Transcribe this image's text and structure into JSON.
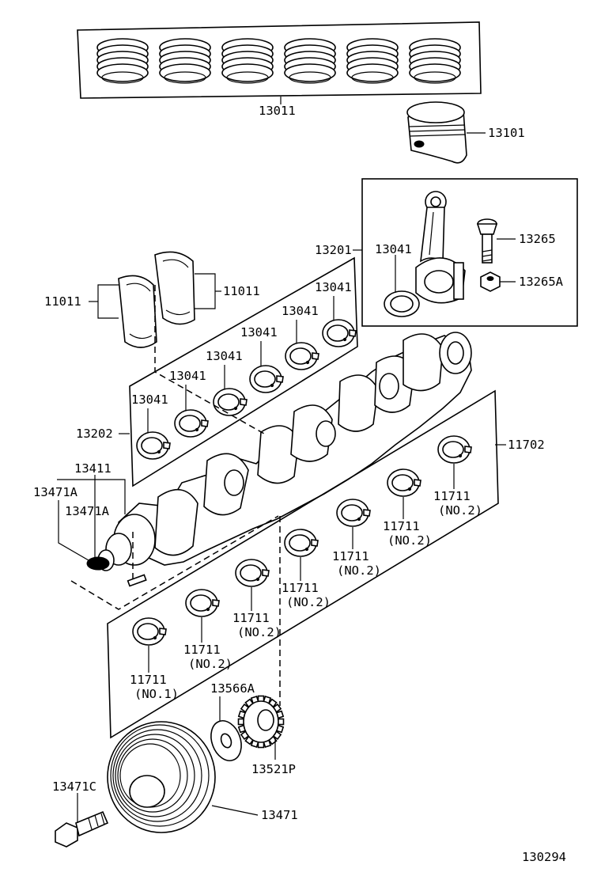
{
  "diagram": {
    "figure_number": "130294",
    "labels": {
      "piston_ring_set": "13011",
      "piston": "13101",
      "connecting_rod_assy": "13201",
      "rod_bearing_in_box": "13041",
      "rod_bolt": "13265",
      "rod_nut": "13265A",
      "thrust_washer_left": "11011",
      "thrust_washer_right": "11011",
      "rod_bearing_set": "13202",
      "rod_bearing_1": "13041",
      "rod_bearing_2": "13041",
      "rod_bearing_3": "13041",
      "rod_bearing_4": "13041",
      "rod_bearing_5": "13041",
      "rod_bearing_6": "13041",
      "crankshaft_key": "13411",
      "pulley_key_a": "13471A",
      "pulley_key_b": "13471A",
      "main_bearing_set": "11702",
      "main_bearing_no1": "11711",
      "main_bearing_no1_note": "(NO.1)",
      "main_bearing_2": "11711",
      "main_bearing_2_note": "(NO.2)",
      "main_bearing_3": "11711",
      "main_bearing_3_note": "(NO.2)",
      "main_bearing_4": "11711",
      "main_bearing_4_note": "(NO.2)",
      "main_bearing_5": "11711",
      "main_bearing_5_note": "(NO.2)",
      "main_bearing_6": "11711",
      "main_bearing_6_note": "(NO.2)",
      "main_bearing_7": "11711",
      "main_bearing_7_note": "(NO.2)",
      "timing_gear_spacer": "13566A",
      "timing_gear": "13521P",
      "pulley_bolt": "13471C",
      "crank_pulley": "13471"
    }
  }
}
